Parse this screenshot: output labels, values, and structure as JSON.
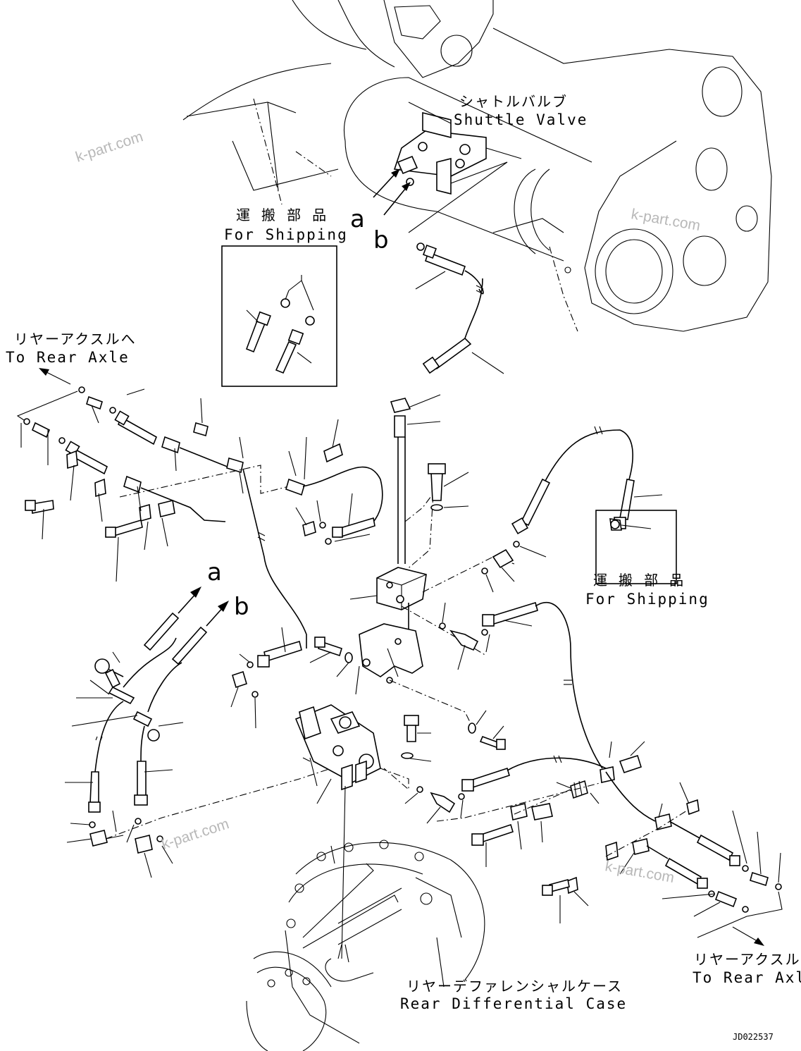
{
  "labels": {
    "shuttle_valve_jp": "シャトルバルブ",
    "shuttle_valve_en": "Shuttle Valve",
    "for_shipping_jp": "運 搬 部 品",
    "for_shipping_en": "For Shipping",
    "to_rear_axle_jp": "リヤーアクスルへ",
    "to_rear_axle_en": "To Rear Axle",
    "rear_diff_jp": "リヤーデファレンシャルケース",
    "rear_diff_en": "Rear Differential Case"
  },
  "callouts": {
    "a": "a",
    "b": "b"
  },
  "watermark": "k-part.com",
  "doc_id": "JD022537"
}
